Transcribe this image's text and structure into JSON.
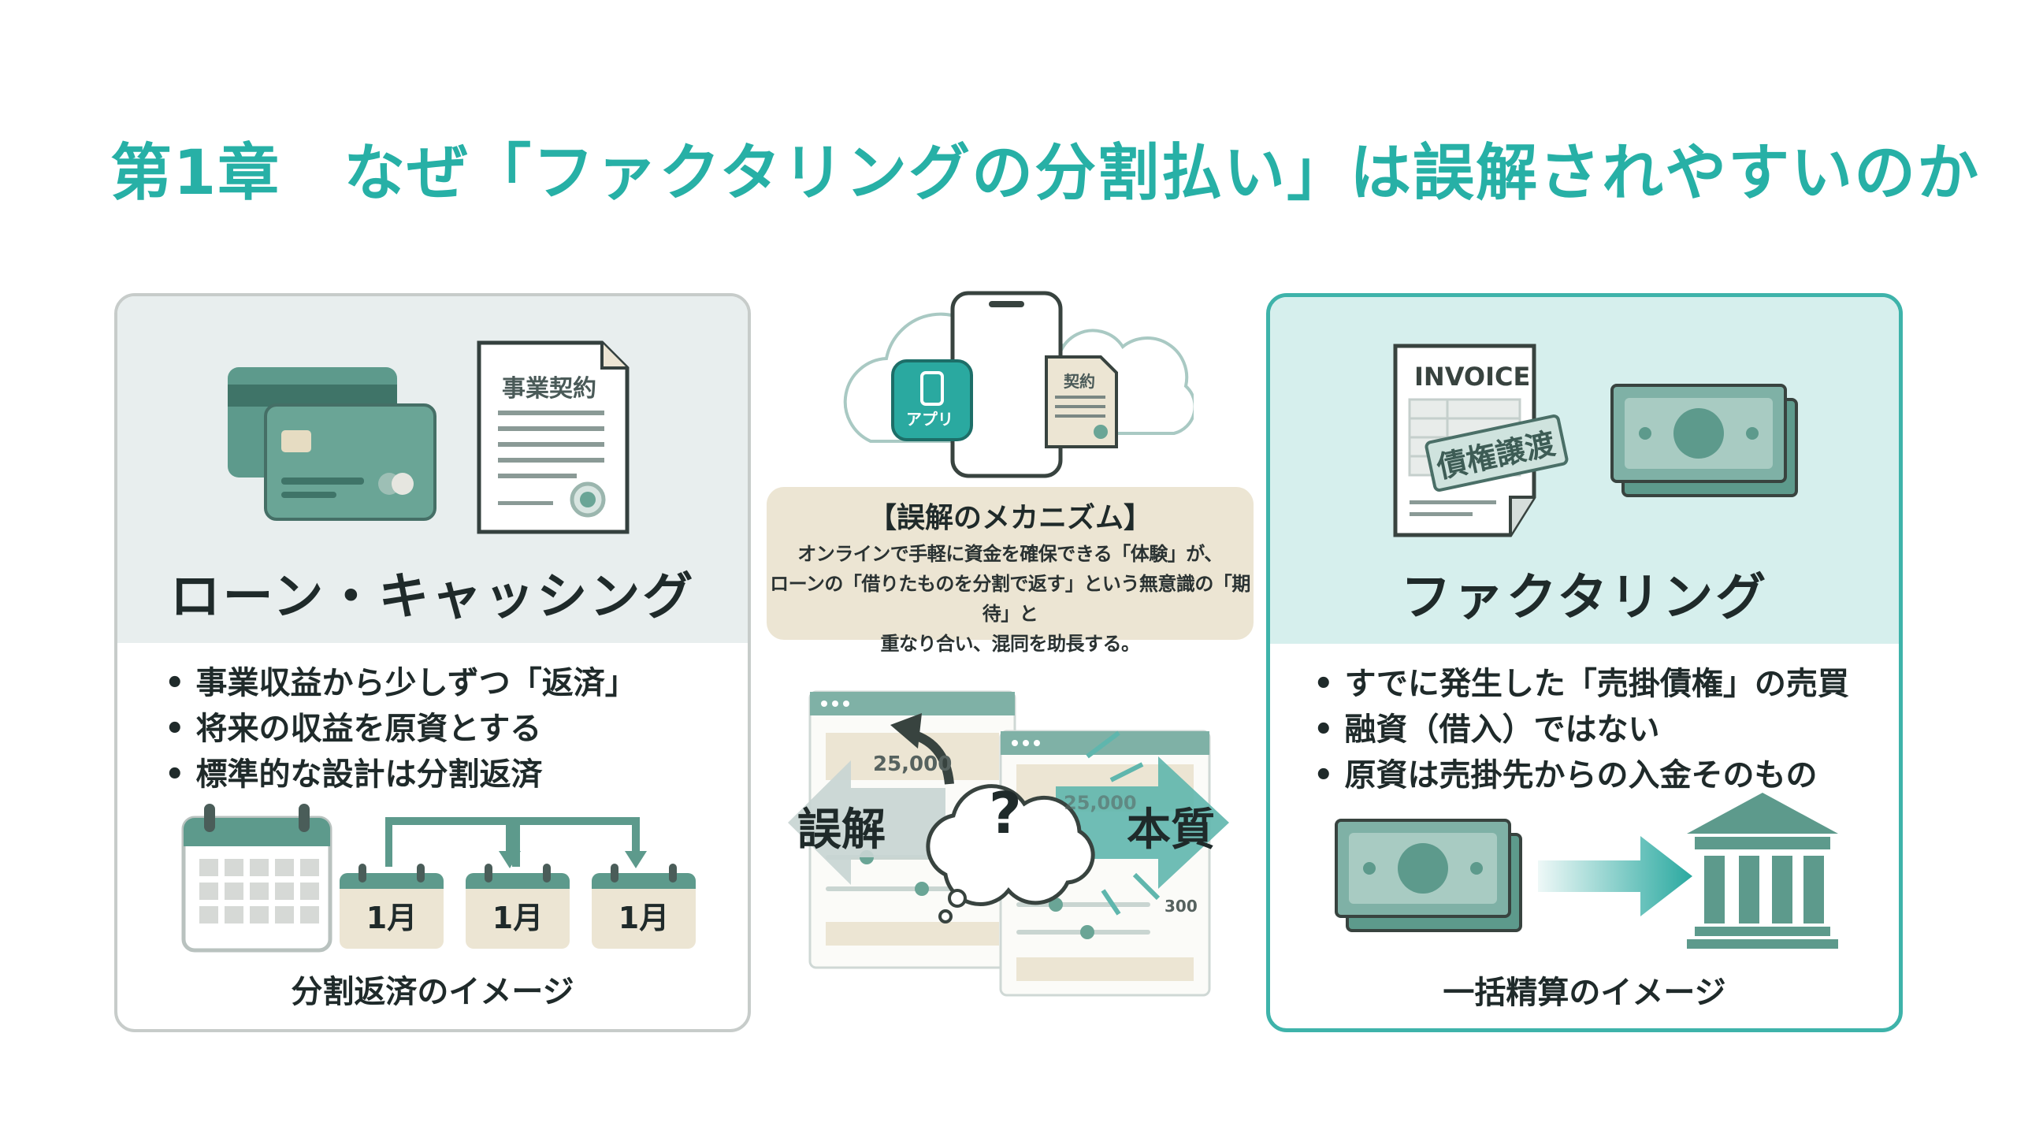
{
  "title": "第1章　なぜ「ファクタリングの分割払い」は誤解されやすいのか",
  "left_panel": {
    "contract_label": "事業契約",
    "heading": "ローン・キャッシング",
    "bullets": [
      "事業収益から少しずつ「返済」",
      "将来の収益を原資とする",
      "標準的な設計は分割返済"
    ],
    "months": [
      "1月",
      "1月",
      "1月"
    ],
    "caption": "分割返済のイメージ"
  },
  "center": {
    "app_label": "アプリ",
    "contract_label": "契約",
    "mechanism_title": "【誤解のメカニズム】",
    "mechanism_lines": [
      "オンラインで手軽に資金を確保できる「体験」が、",
      "ローンの「借りたものを分割で返す」という無意識の「期待」と",
      "重なり合い、混同を助長する。"
    ],
    "misconception_label": "誤解",
    "essence_label": "本質",
    "question_mark": "?",
    "screen_values": [
      "25,000",
      "25,000",
      "300"
    ]
  },
  "right_panel": {
    "invoice_label": "INVOICE",
    "stamp_label": "債権譲渡",
    "heading": "ファクタリング",
    "bullets": [
      "すでに発生した「売掛債権」の売買",
      "融資（借入）ではない",
      "原資は売掛先からの入金そのもの"
    ],
    "caption": "一括精算のイメージ"
  },
  "colors": {
    "accent": "#27b0a6",
    "teal_dark": "#5a9a8d",
    "beige": "#ece5d3",
    "left_bg": "#e8eeee",
    "right_bg": "#d6efed"
  }
}
